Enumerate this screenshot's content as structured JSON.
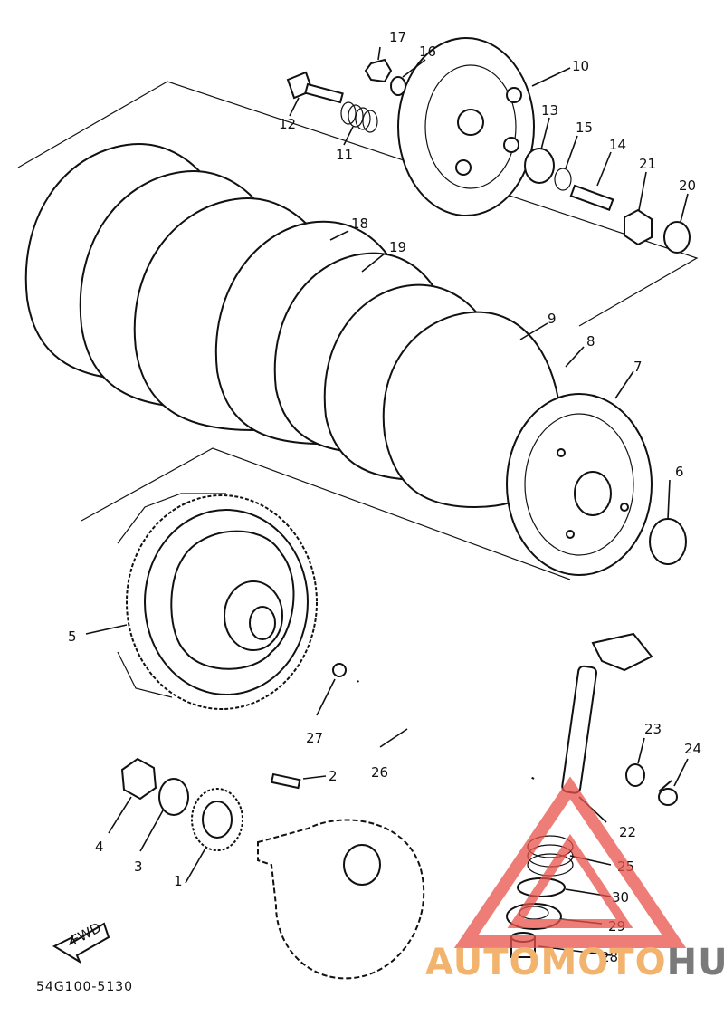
{
  "diagram": {
    "code": "54G100-5130",
    "direction_label": "FWD",
    "callouts": [
      {
        "id": "1",
        "text": "1"
      },
      {
        "id": "2",
        "text": "2"
      },
      {
        "id": "3",
        "text": "3"
      },
      {
        "id": "4",
        "text": "4"
      },
      {
        "id": "5",
        "text": "5"
      },
      {
        "id": "6",
        "text": "6"
      },
      {
        "id": "7",
        "text": "7"
      },
      {
        "id": "8",
        "text": "8"
      },
      {
        "id": "9",
        "text": "9"
      },
      {
        "id": "10",
        "text": "10"
      },
      {
        "id": "11",
        "text": "11"
      },
      {
        "id": "12",
        "text": "12"
      },
      {
        "id": "13",
        "text": "13"
      },
      {
        "id": "14",
        "text": "14"
      },
      {
        "id": "15",
        "text": "15"
      },
      {
        "id": "16",
        "text": "16"
      },
      {
        "id": "17",
        "text": "17"
      },
      {
        "id": "18",
        "text": "18"
      },
      {
        "id": "19",
        "text": "19"
      },
      {
        "id": "20",
        "text": "20"
      },
      {
        "id": "21",
        "text": "21"
      },
      {
        "id": "22",
        "text": "22"
      },
      {
        "id": "23",
        "text": "23"
      },
      {
        "id": "24",
        "text": "24"
      },
      {
        "id": "25",
        "text": "25"
      },
      {
        "id": "26",
        "text": "26"
      },
      {
        "id": "27",
        "text": "27"
      },
      {
        "id": "28",
        "text": "28"
      },
      {
        "id": "29",
        "text": "29"
      },
      {
        "id": "30",
        "text": "30"
      }
    ]
  },
  "watermark": {
    "part1": "AUTOMOTO",
    "part2": "HUB",
    "colors": {
      "accent": "#f2b36e",
      "secondary": "#7a7a7a",
      "triangle": "#e8524a"
    }
  }
}
